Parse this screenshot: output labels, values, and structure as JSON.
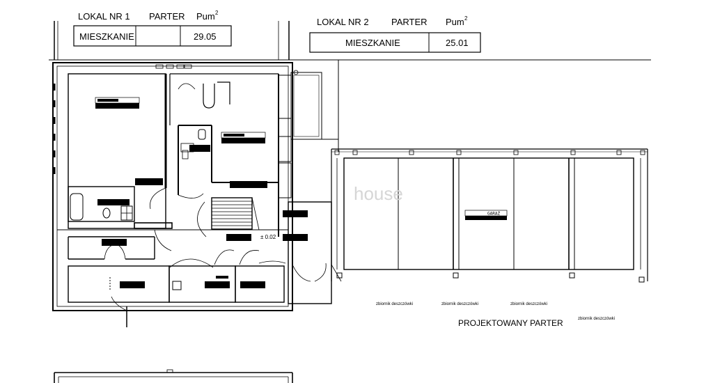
{
  "units": [
    {
      "lokal": "LOKAL NR 1",
      "floor": "PARTER",
      "pum_label": "Pum",
      "pum_sup": "2",
      "type": "MIESZKANIE",
      "area": "29.05"
    },
    {
      "lokal": "LOKAL NR 2",
      "floor": "PARTER",
      "pum_label": "Pum",
      "pum_sup": "2",
      "type": "MIESZKANIE",
      "area": "25.01"
    }
  ],
  "plan": {
    "level_mark": "± 0.02",
    "projected_floor": "PROJEKTOWANY PARTER",
    "rain_tanks": [
      "zbiornik deszczówki",
      "zbiornik deszczówki",
      "zbiornik deszczówki",
      "zbiornik deszczówki"
    ],
    "garage_tag": "GARAŻ",
    "watermark": "house"
  }
}
